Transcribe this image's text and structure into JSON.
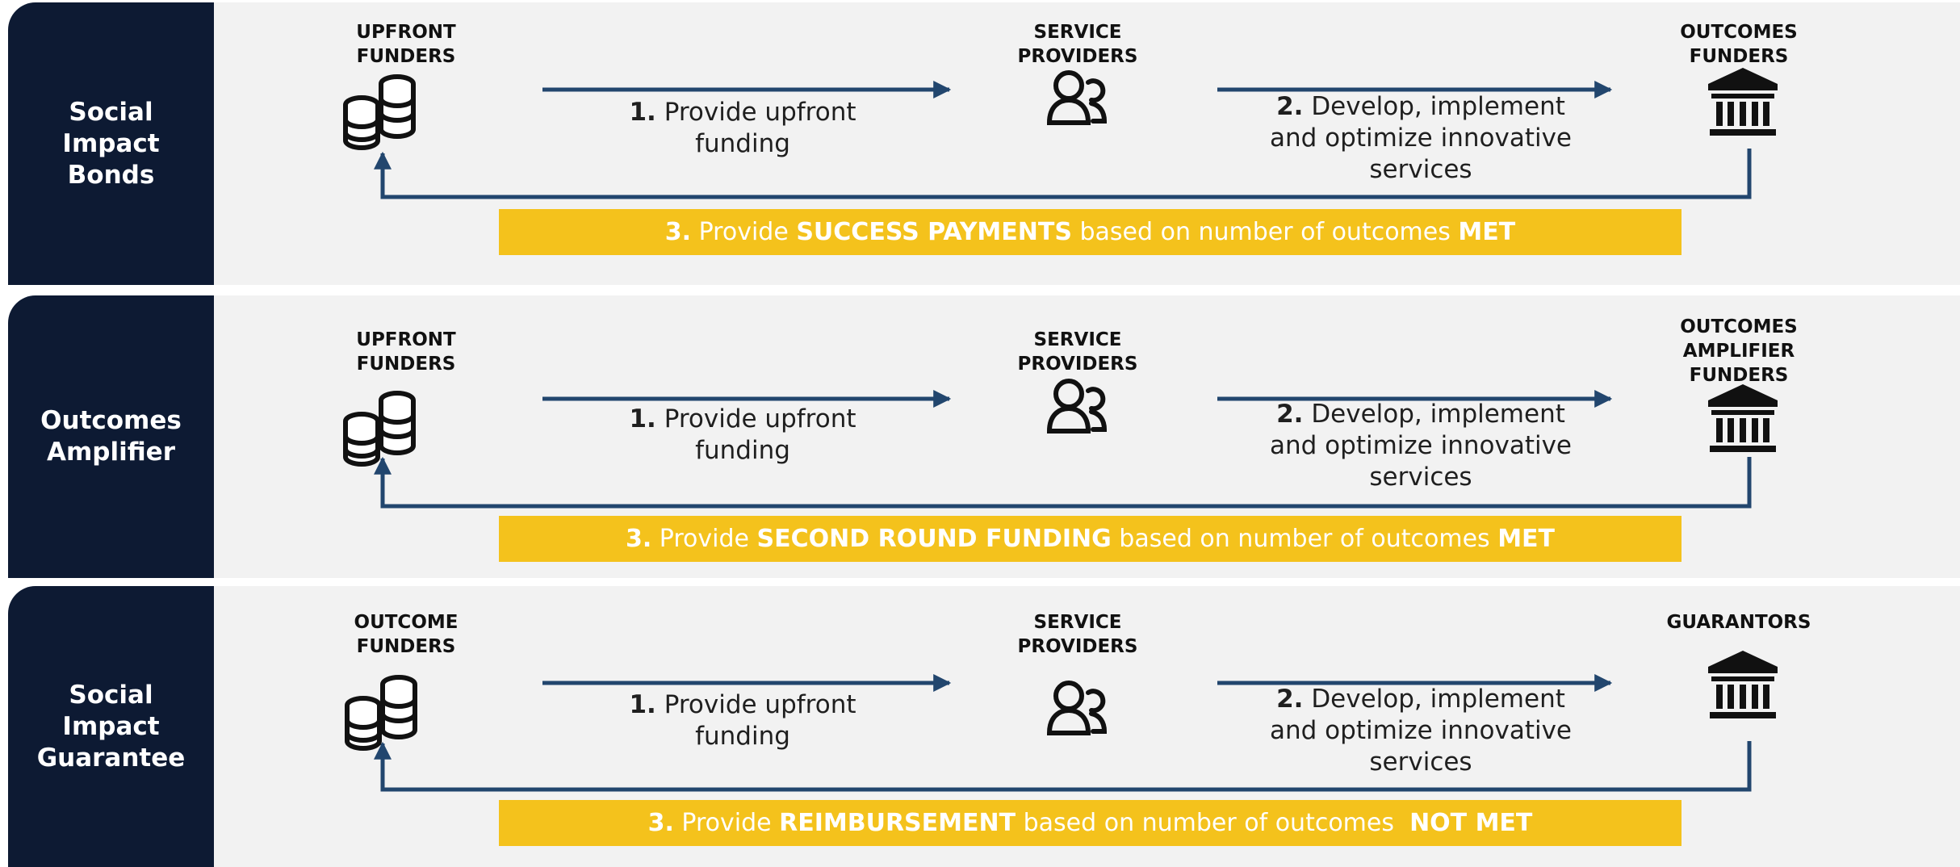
{
  "colors": {
    "navy": "#0d1a33",
    "arrow": "#22466e",
    "banner": "#f4c21c",
    "panel": "#f2f2f2"
  },
  "rows": [
    {
      "label": "Social\nImpact\nBonds",
      "left_actor": "UPFRONT\nFUNDERS",
      "middle_actor": "SERVICE\nPROVIDERS",
      "right_actor": "OUTCOMES\nFUNDERS",
      "step1_num": "1.",
      "step1_text": "Provide upfront\nfunding",
      "step2_num": "2.",
      "step2_text": "Develop, implement\nand optimize innovative\nservices",
      "banner": {
        "num": "3.",
        "pre": " Provide ",
        "bold": "SUCCESS PAYMENTS",
        "post": " based on number of outcomes ",
        "end": "MET"
      },
      "icons": {
        "left": "coins-icon",
        "middle": "people-icon",
        "right": "bank-icon"
      }
    },
    {
      "label": "Outcomes\nAmplifier",
      "left_actor": "UPFRONT\nFUNDERS",
      "middle_actor": "SERVICE\nPROVIDERS",
      "right_actor": "OUTCOMES\nAMPLIFIER\nFUNDERS",
      "step1_num": "1.",
      "step1_text": "Provide upfront\nfunding",
      "step2_num": "2.",
      "step2_text": "Develop, implement\nand optimize innovative\nservices",
      "banner": {
        "num": "3.",
        "pre": " Provide ",
        "bold": "SECOND ROUND FUNDING",
        "post": " based on number of outcomes ",
        "end": "MET"
      },
      "icons": {
        "left": "coins-icon",
        "middle": "people-icon",
        "right": "bank-icon"
      }
    },
    {
      "label": "Social\nImpact\nGuarantee",
      "left_actor": "OUTCOME\nFUNDERS",
      "middle_actor": "SERVICE\nPROVIDERS",
      "right_actor": "GUARANTORS",
      "step1_num": "1.",
      "step1_text": "Provide upfront\nfunding",
      "step2_num": "2.",
      "step2_text": "Develop, implement\nand optimize innovative\nservices",
      "banner": {
        "num": "3.",
        "pre": " Provide ",
        "bold": "REIMBURSEMENT",
        "post": " based on number of outcomes  ",
        "end": "NOT MET"
      },
      "icons": {
        "left": "coins-icon",
        "middle": "people-icon",
        "right": "bank-icon"
      }
    }
  ]
}
